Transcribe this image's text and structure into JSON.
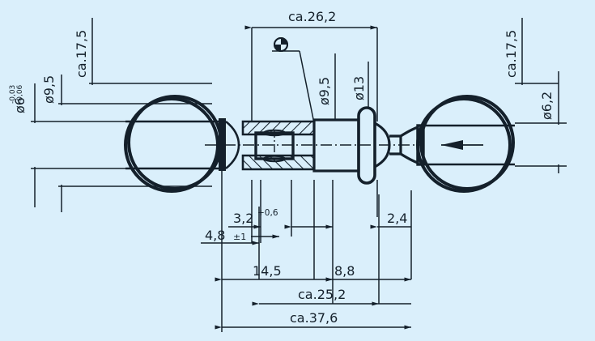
{
  "drawing": {
    "title": "Ball lock pin technical drawing",
    "background_color": "#daeffb",
    "line_color": "#14202b",
    "type": "engineering-dimensioned-section-view"
  },
  "dimensions": {
    "top_center": "ca.26,2",
    "top_left_outer": "ca.17,5",
    "top_right_outer": "ca.17,5",
    "diameter_pin": "ø6",
    "diameter_pin_tol_upper": "-0,03",
    "diameter_pin_tol_lower": "-0,06",
    "diameter_left_ring_wire": "ø9,5",
    "diameter_sleeve": "ø9,5",
    "diameter_flange": "ø13",
    "diameter_right_ring_wire": "ø6,2",
    "ball_travel": "3,2",
    "ball_travel_tol": "+0,6",
    "ball_offset": "4,8",
    "ball_offset_tol": "±1",
    "length_14_5": "14,5",
    "length_8_8": "8,8",
    "length_2_4": "2,4",
    "length_25_2": "ca.25,2",
    "length_37_6": "ca.37,6"
  },
  "symbols": {
    "material_marker": "quadrant-circle-symbol",
    "direction_arrow": "left-pointing-arrow"
  }
}
